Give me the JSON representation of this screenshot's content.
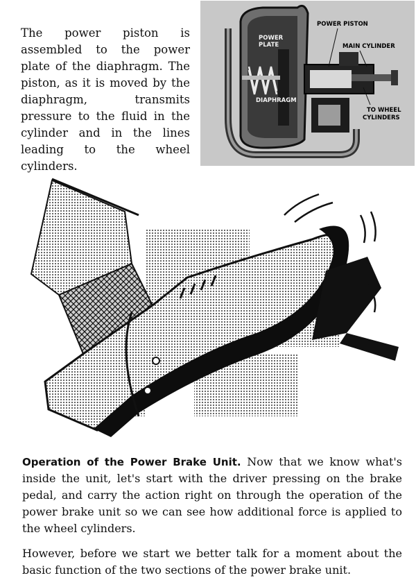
{
  "intro": {
    "text": "The power piston is assembled to the power plate of the diaphragm. The piston, as it is moved by the diaphragm, transmits pressure to the fluid in the cylinder and in the lines leading to the wheel cylinders."
  },
  "diagram": {
    "labels": {
      "power_piston": "POWER PISTON",
      "power_plate_1": "POWER",
      "power_plate_2": "PLATE",
      "main_cylinder": "MAIN CYLINDER",
      "diaphragm": "DIAPHRAGM",
      "wheel_cylinders_1": "TO WHEEL",
      "wheel_cylinders_2": "CYLINDERS"
    }
  },
  "illustration": {
    "subject": "shoe-pressing-brake-pedal"
  },
  "section": {
    "heading": "Operation of the Power Brake Unit.",
    "para1": "Now that we know what's inside the unit, let's start with the driver pressing on the brake pedal, and carry the action right on through the operation of the power brake unit so we can see how additional force is applied to the wheel cylinders.",
    "para2": "However, before we start we better talk for a moment about the basic function of the two sections of the power brake unit."
  }
}
